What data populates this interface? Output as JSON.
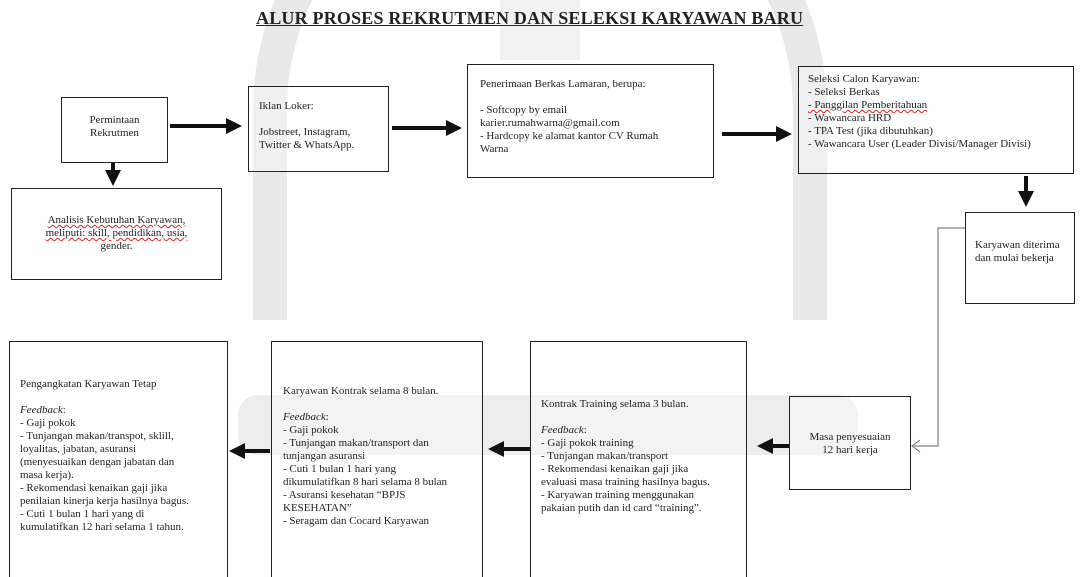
{
  "title": "ALUR PROSES REKRUTMEN DAN SELEKSI KARYAWAN BARU",
  "boxes": {
    "permintaan": {
      "line1": "Permintaan",
      "line2": "Rekrutmen"
    },
    "analisis": {
      "line1": "Analisis Kebutuhan Karyawan,",
      "line2": "meliputi: skill, pendidikan, usia,",
      "line3": "gender."
    },
    "iklan": {
      "heading": "Iklan Loker:",
      "line1": "Jobstreet, Instagram,",
      "line2": "Twitter & WhatsApp."
    },
    "berkas": {
      "heading": "Penerimaan Berkas Lamaran, berupa:",
      "item1a": "- Softcopy by email",
      "item1b": "karier.rumahwarna@gmail.com",
      "item2a": "- Hardcopy ke alamat kantor CV Rumah",
      "item2b": "Warna"
    },
    "seleksi": {
      "heading": "Seleksi Calon Karyawan:",
      "items": [
        "- Seleksi Berkas",
        "- Panggilan Pemberitahuan",
        "- Wawancara HRD",
        "- TPA Test (jika dibutuhkan)",
        "- Wawancara User (Leader Divisi/Manager Divisi)"
      ]
    },
    "diterima": {
      "line1": "Karyawan diterima",
      "line2": "dan mulai bekerja"
    },
    "penyesuaian": {
      "line1": "Masa penyesuaian",
      "line2": "12 hari kerja"
    },
    "training": {
      "heading": "Kontrak Training selama 3 bulan.",
      "feedback_label": "Feedback",
      "lines": [
        "- Gaji pokok training",
        "- Tunjangan makan/transport",
        "- Rekomendasi kenaikan gaji jika",
        "evaluasi masa training hasilnya bagus.",
        "- Karyawan training menggunakan",
        "pakaian putih dan id card “training”."
      ]
    },
    "kontrak": {
      "heading": "Karyawan Kontrak selama 8 bulan.",
      "feedback_label": "Feedback",
      "lines": [
        "- Gaji pokok",
        "- Tunjangan makan/transport dan",
        "tunjangan asuransi",
        "- Cuti 1 bulan 1 hari yang",
        "dikumulatifkan 8 hari selama 8 bulan",
        "- Asuransi kesehatan “BPJS",
        "KESEHATAN”",
        "- Seragam dan Cocard Karyawan"
      ]
    },
    "tetap": {
      "heading": "Pengangkatan Karyawan Tetap",
      "feedback_label": "Feedback",
      "lines": [
        "- Gaji pokok",
        "- Tunjangan makan/transpot, sklill,",
        "loyalitas, jabatan, asuransi",
        "(menyesuaikan dengan jabatan dan",
        "masa kerja).",
        "- Rekomendasi kenaikan gaji jika",
        "penilaian kinerja kerja hasilnya bagus.",
        "- Cuti 1 bulan 1 hari yang di",
        "kumulatifkan 12 hari selama 1 tahun."
      ]
    }
  }
}
